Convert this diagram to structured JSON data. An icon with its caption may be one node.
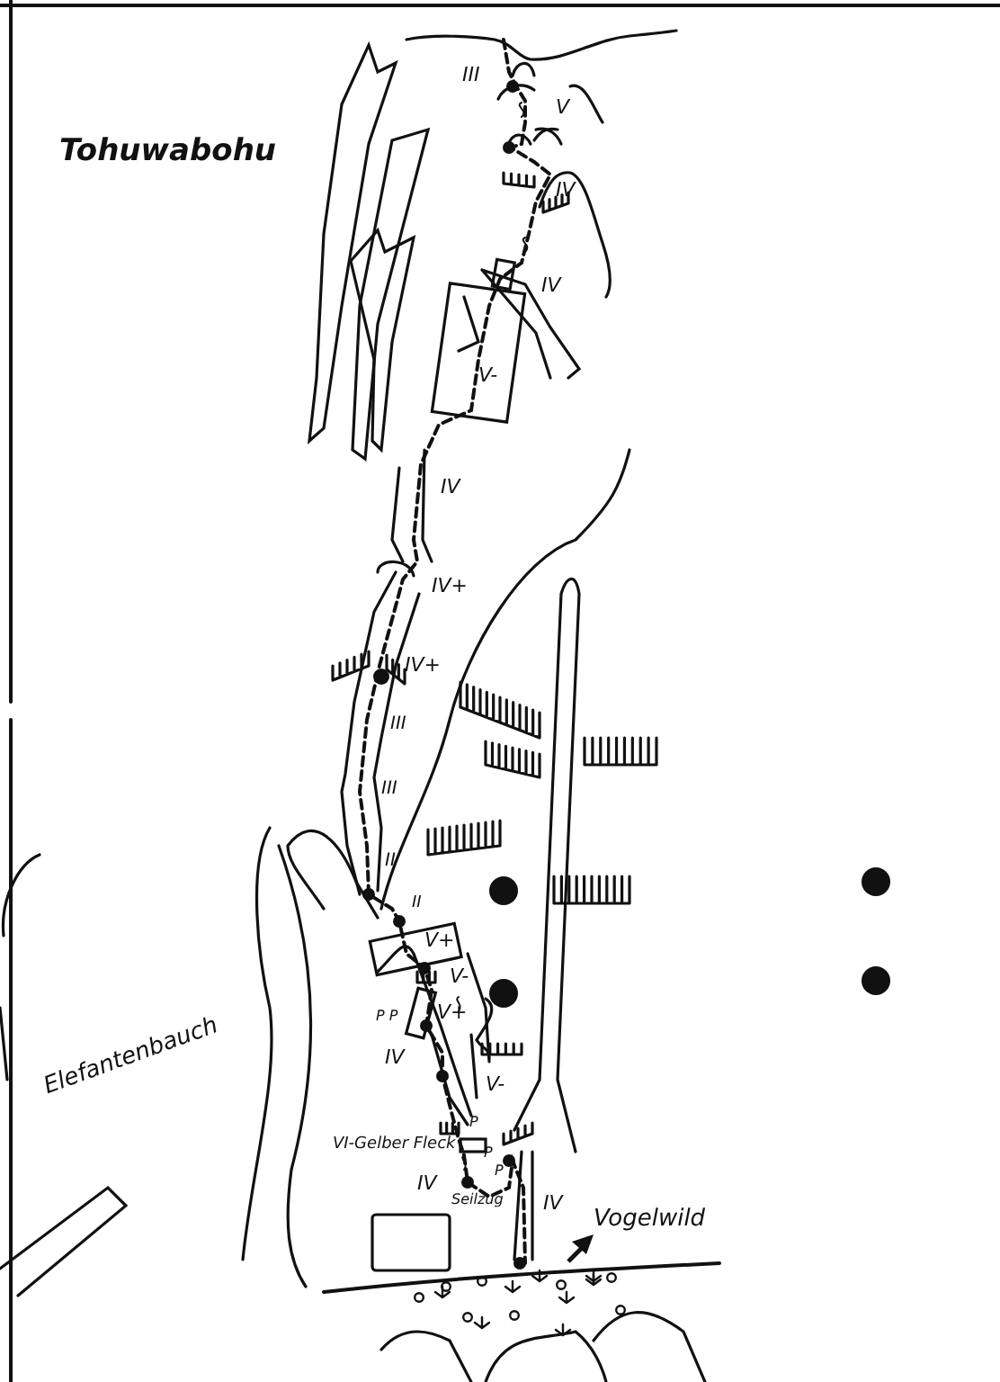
{
  "diagram": {
    "labels": [
      "III",
      "V",
      "Tohuwabohu",
      "IV",
      "IV",
      "V-",
      "IV",
      "IV+",
      "IV+",
      "III",
      "III",
      "II",
      "II",
      "V+",
      "V-",
      "P P",
      "V+",
      "IV",
      "V-",
      "P",
      "VI-Gelber Fleck",
      "P",
      "P",
      "IV",
      "Seilzug",
      "IV",
      "Vogelwild",
      "Elefantenbauch"
    ]
  }
}
